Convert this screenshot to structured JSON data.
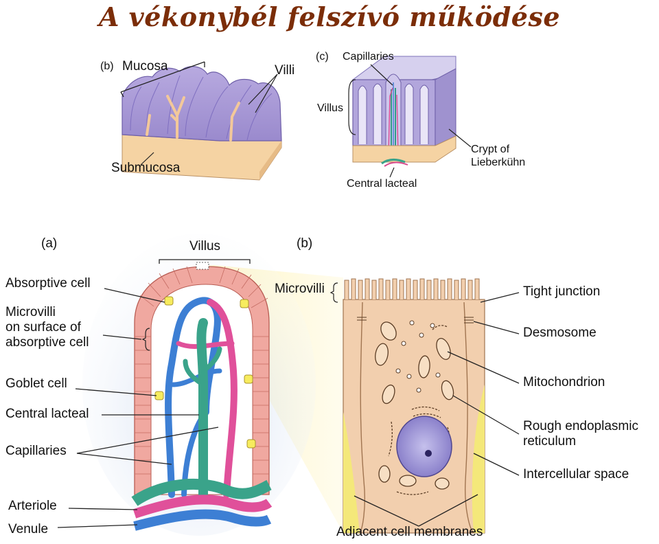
{
  "title": "A vékonybél felszívó működése",
  "top_left": {
    "panel_letter": "(b)",
    "mucosa": "Mucosa",
    "villi": "Villi",
    "submucosa": "Submucosa"
  },
  "top_right": {
    "panel_letter": "(c)",
    "capillaries": "Capillaries",
    "villus": "Villus",
    "crypt": "Crypt of\nLieberkühn",
    "central_lacteal": "Central lacteal"
  },
  "bottom_left": {
    "panel_letter": "(a)",
    "villus": "Villus",
    "absorptive_cell": "Absorptive cell",
    "microvilli": "Microvilli\non surface of\nabsorptive cell",
    "goblet_cell": "Goblet cell",
    "central_lacteal": "Central lacteal",
    "capillaries": "Capillaries",
    "arteriole": "Arteriole",
    "venule": "Venule"
  },
  "bottom_right": {
    "panel_letter": "(b)",
    "microvilli": "Microvilli",
    "tight_junction": "Tight junction",
    "desmosome": "Desmosome",
    "mitochondrion": "Mitochondrion",
    "rough_er": "Rough endoplasmic\nreticulum",
    "intercellular_space": "Intercellular space",
    "adjacent_membranes": "Adjacent cell membranes"
  },
  "colors": {
    "title": "#7b2d08",
    "mucosa_purple": "#a99ad6",
    "submucosa_tan": "#f5d3a3",
    "epithelium_pink": "#f0a8a0",
    "capillary_blue": "#3d7fd4",
    "capillary_pink": "#e0509a",
    "lacteal_green": "#3aa38a",
    "cytoplasm": "#f2cfae",
    "intercellular_yellow": "#f4e87a",
    "nucleus_purple": "#8f86cf"
  }
}
